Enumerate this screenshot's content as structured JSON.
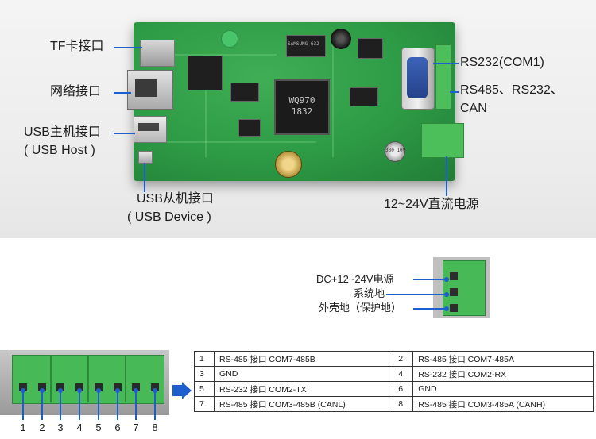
{
  "callouts": {
    "tf": "TF卡接口",
    "net": "网络接口",
    "usb_host_1": "USB主机接口",
    "usb_host_2": "( USB Host )",
    "usb_dev_1": "USB从机接口",
    "usb_dev_2": "( USB Device )",
    "rs232": "RS232(COM1)",
    "rs485_1": "RS485、RS232、",
    "rs485_2": "CAN",
    "power": "12~24V直流电源"
  },
  "chip": {
    "main_line1": "WQ970",
    "main_line2": "1832",
    "flash": "SAMSUNG 632",
    "cap": "330 10V"
  },
  "power_terminal": {
    "dc": "DC+12~24V电源",
    "gnd": "系统地",
    "shell": "外壳地（保护地）"
  },
  "pins": [
    "1",
    "2",
    "3",
    "4",
    "5",
    "6",
    "7",
    "8"
  ],
  "pin_table": [
    {
      "l_num": "1",
      "l_desc": "RS-485 接口 COM7-485B",
      "r_num": "2",
      "r_desc": "RS-485 接口 COM7-485A"
    },
    {
      "l_num": "3",
      "l_desc": "GND",
      "r_num": "4",
      "r_desc": "RS-232 接口 COM2-RX"
    },
    {
      "l_num": "5",
      "l_desc": "RS-232 接口 COM2-TX",
      "r_num": "6",
      "r_desc": "GND"
    },
    {
      "l_num": "7",
      "l_desc": "RS-485 接口 COM3-485B (CANL)",
      "r_num": "8",
      "r_desc": "RS-485 接口 COM3-485A (CANH)"
    }
  ],
  "colors": {
    "leader": "#1e5fd0",
    "pcb": "#2d9a45",
    "terminal": "#47ba57"
  }
}
